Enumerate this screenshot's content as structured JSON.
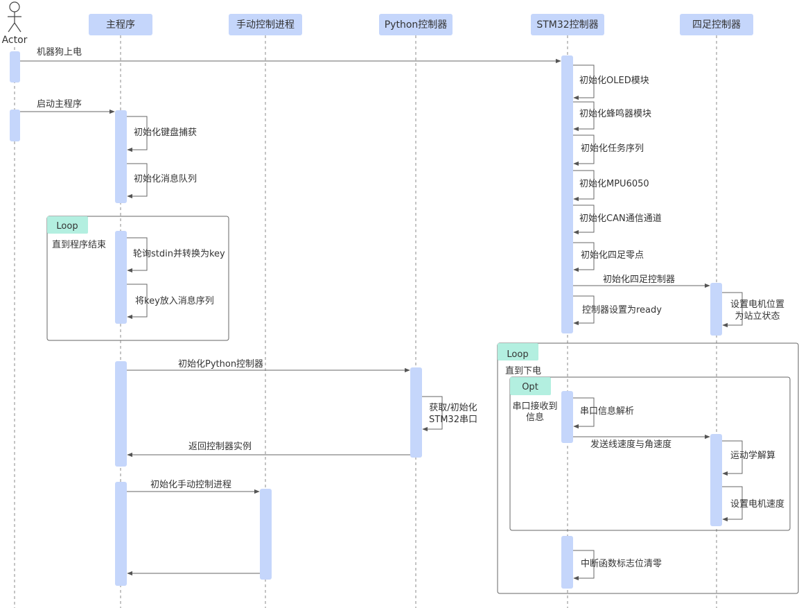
{
  "actor": {
    "name": "Actor"
  },
  "participants": [
    {
      "id": "main",
      "name": "主程序"
    },
    {
      "id": "manual",
      "name": "手动控制进程"
    },
    {
      "id": "python",
      "name": "Python控制器"
    },
    {
      "id": "stm32",
      "name": "STM32控制器"
    },
    {
      "id": "quad",
      "name": "四足控制器"
    }
  ],
  "messages": {
    "power_on": "机器狗上电",
    "start_main": "启动主程序",
    "init_keyboard": "初始化键盘捕获",
    "init_msg_queue": "初始化消息队列",
    "poll_stdin": "轮询stdin并转换为key",
    "put_key": "将key放入消息序列",
    "init_python": "初始化Python控制器",
    "get_serial_1": "获取/初始化",
    "get_serial_2": "STM32串口",
    "return_instance": "返回控制器实例",
    "init_manual": "初始化手动控制进程",
    "init_oled": "初始化OLED模块",
    "init_buzzer": "初始化蜂鸣器模块",
    "init_task_queue": "初始化任务序列",
    "init_mpu": "初始化MPU6050",
    "init_can": "初始化CAN通信通道",
    "init_zero": "初始化四足零点",
    "init_quad": "初始化四足控制器",
    "set_ready": "控制器设置为ready",
    "set_motor_stand_1": "设置电机位置",
    "set_motor_stand_2": "为站立状态",
    "parse_serial": "串口信息解析",
    "send_velocity": "发送线速度与角速度",
    "kinematics": "运动学解算",
    "set_motor_speed": "设置电机速度",
    "clear_flag": "中断函数标志位清零"
  },
  "frames": {
    "loop1": {
      "tag": "Loop",
      "condition": "直到程序结束"
    },
    "loop2": {
      "tag": "Loop",
      "condition": "直到下电"
    },
    "opt": {
      "tag": "Opt",
      "condition_1": "串口接收到",
      "condition_2": "信息"
    }
  }
}
